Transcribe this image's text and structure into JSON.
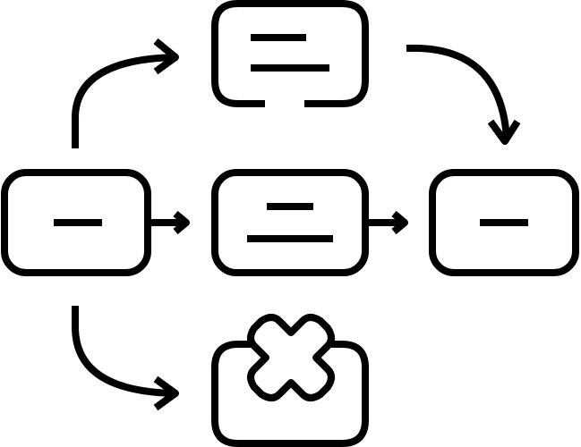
{
  "diagram": {
    "stroke_color": "#000000",
    "background": "#ffffff",
    "nodes": [
      {
        "id": "source",
        "icon": "single-line-box-icon"
      },
      {
        "id": "top",
        "icon": "message-bubble-icon"
      },
      {
        "id": "middle",
        "icon": "two-line-box-icon"
      },
      {
        "id": "right",
        "icon": "single-line-box-icon"
      },
      {
        "id": "bottom",
        "icon": "error-box-icon"
      }
    ],
    "edges": [
      {
        "from": "source",
        "to": "top"
      },
      {
        "from": "top",
        "to": "right"
      },
      {
        "from": "source",
        "to": "middle"
      },
      {
        "from": "middle",
        "to": "right"
      },
      {
        "from": "source",
        "to": "bottom"
      }
    ]
  }
}
